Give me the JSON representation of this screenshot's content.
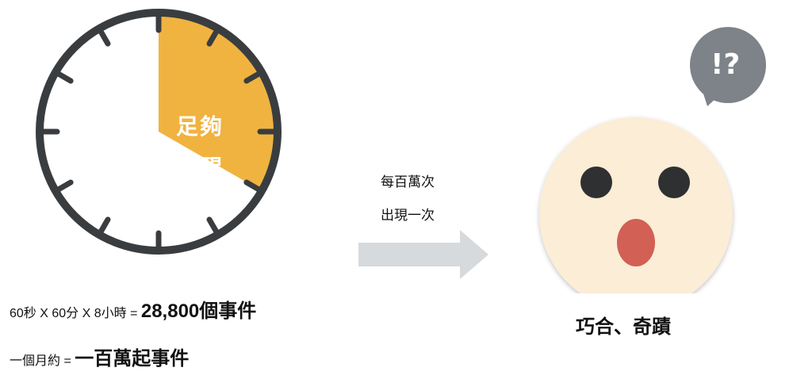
{
  "clock": {
    "label_line1": "足夠",
    "label_line2": "清醒",
    "awake_fraction": 0.333,
    "fill_color": "#F0B33F",
    "rim_color": "#3A3D40"
  },
  "math": {
    "line1_prefix": "60秒 X 60分 X 8小時 = ",
    "line1_result": "28,800個事件",
    "line2_prefix": "一個月約 = ",
    "line2_result": "一百萬起事件"
  },
  "arrow": {
    "label_line1": "每百萬次",
    "label_line2": "出現一次",
    "color": "#D7DADC"
  },
  "face": {
    "bubble_text": "!?",
    "caption": "巧合、奇蹟",
    "skin_color": "#FBEDD6",
    "eye_color": "#2E3032",
    "mouth_color": "#D26054",
    "bubble_color": "#7D8388"
  }
}
